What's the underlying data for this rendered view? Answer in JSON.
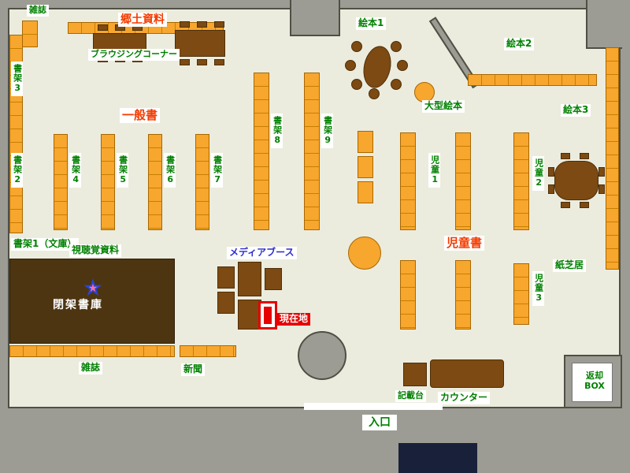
{
  "labels": {
    "magazines_top": "雑誌",
    "local_materials": "郷土資料",
    "browsing_corner": "ブラウジングコーナー",
    "picture_book_1": "絵本1",
    "picture_book_2": "絵本2",
    "picture_book_3": "絵本3",
    "large_picture_book": "大型絵本",
    "general_books": "一般書",
    "shelf_2": "書架2",
    "shelf_3": "書架3",
    "shelf_4": "書架4",
    "shelf_5": "書架5",
    "shelf_6": "書架6",
    "shelf_7": "書架7",
    "shelf_8": "書架8",
    "shelf_9": "書架9",
    "children_1": "児童1",
    "children_2": "児童2",
    "children_3": "児童3",
    "children_books": "児童書",
    "kamishibai": "紙芝居",
    "shelf_1_bunko": "書架1（文庫）",
    "audio_visual": "視聴覚資料",
    "media_booth": "メディアブース",
    "closed_stacks": "閉架書庫",
    "current_location": "現在地",
    "magazines_bottom": "雑誌",
    "newspapers": "新聞",
    "writing_stand": "記載台",
    "counter": "カウンター",
    "return_box": "返却BOX",
    "entrance": "入口"
  },
  "colors": {
    "floor": "#ECECDE",
    "wall": "#9C9C94",
    "shelf_orange": "#F7A62E",
    "furniture_brown": "#7C4A12",
    "closed_stacks_brown": "#4D3512",
    "label_green": "#008000",
    "label_red": "#F43B00",
    "label_blue": "#2B2BD0",
    "current_location_red": "#E60000",
    "star_blue": "#2945D8"
  }
}
